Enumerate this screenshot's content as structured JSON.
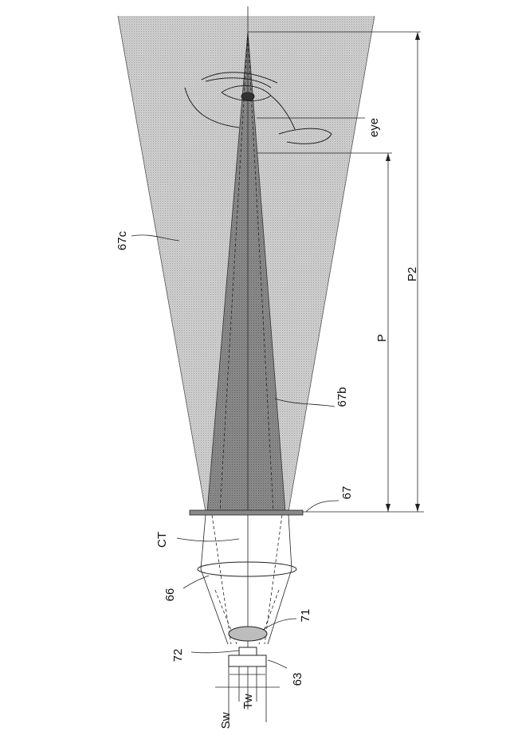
{
  "labels": {
    "eye": "eye",
    "cone_outer": "67c",
    "cone_inner": "67b",
    "screen": "67",
    "distance_p": "P",
    "distance_p2": "P2",
    "center_axis": "CT",
    "lens_large": "66",
    "lens_small": "71",
    "element_72": "72",
    "element_63": "63",
    "width_sw": "Sw",
    "width_tw": "Tw"
  },
  "colors": {
    "outer_cone": "#c4c4c4",
    "inner_cone": "#8a8a8a",
    "line": "#1a1a1a"
  }
}
